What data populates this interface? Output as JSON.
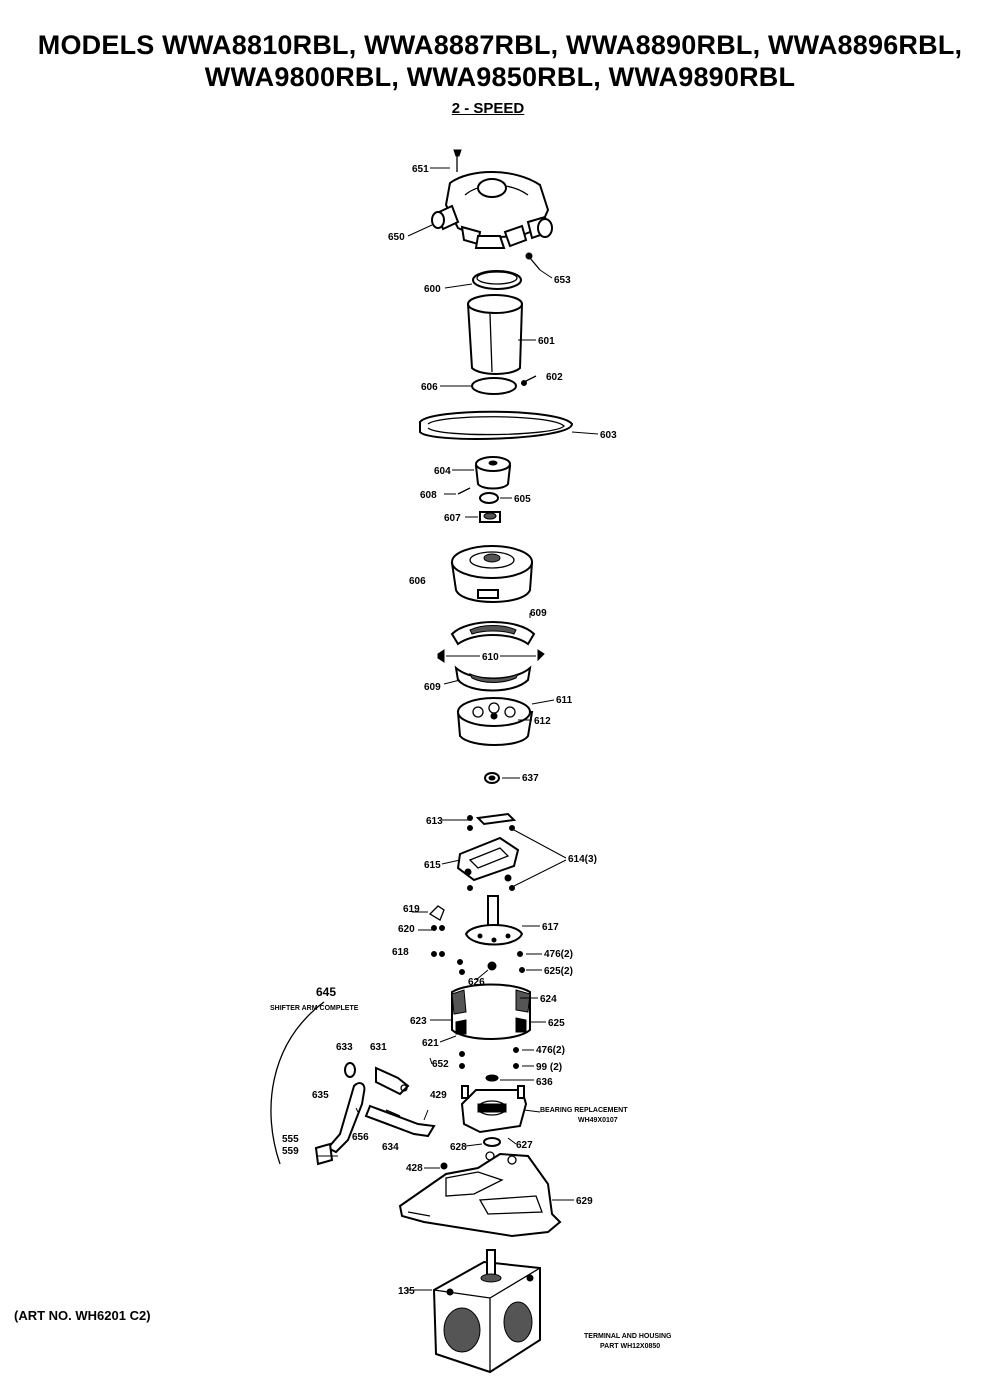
{
  "title_line1": "MODELS WWA8810RBL, WWA8887RBL, WWA8890RBL, WWA8896RBL,",
  "title_line2": "WWA9800RBL, WWA9850RBL, WWA9890RBL",
  "subtitle": "2 - SPEED",
  "art_no": "(ART NO. WH6201 C2)",
  "labels": {
    "p651": "651",
    "p650": "650",
    "p653": "653",
    "p600": "600",
    "p601": "601",
    "p606": "606",
    "p602": "602",
    "p603": "603",
    "p604": "604",
    "p608": "608",
    "p605": "605",
    "p607": "607",
    "p609": "609",
    "p610": "610",
    "p609b": "609",
    "p611": "611",
    "p612": "612",
    "p637": "637",
    "p613": "613",
    "p615": "615",
    "p614": "614(3)",
    "p619": "619",
    "p620": "620",
    "p617": "617",
    "p618": "618",
    "p476a": "476(2)",
    "p625a": "625(2)",
    "p626": "626",
    "p624": "624",
    "p623": "623",
    "p625b": "625",
    "p621": "621",
    "p476b": "476(2)",
    "p652": "652",
    "p99": "99 (2)",
    "p636": "636",
    "p645": "645",
    "p633": "633",
    "p631": "631",
    "p635": "635",
    "p429": "429",
    "p656": "656",
    "p555": "555",
    "p559": "559",
    "p634": "634",
    "p628": "628",
    "p627": "627",
    "p428": "428",
    "p629": "629",
    "p135": "135"
  },
  "notes": {
    "shifter": "SHIFTER ARM COMPLETE",
    "bearing1": "BEARING REPLACEMENT",
    "bearing2": "WH49X0107",
    "terminal1": "TERMINAL AND HOUSING",
    "terminal2": "PART WH12X0850"
  }
}
